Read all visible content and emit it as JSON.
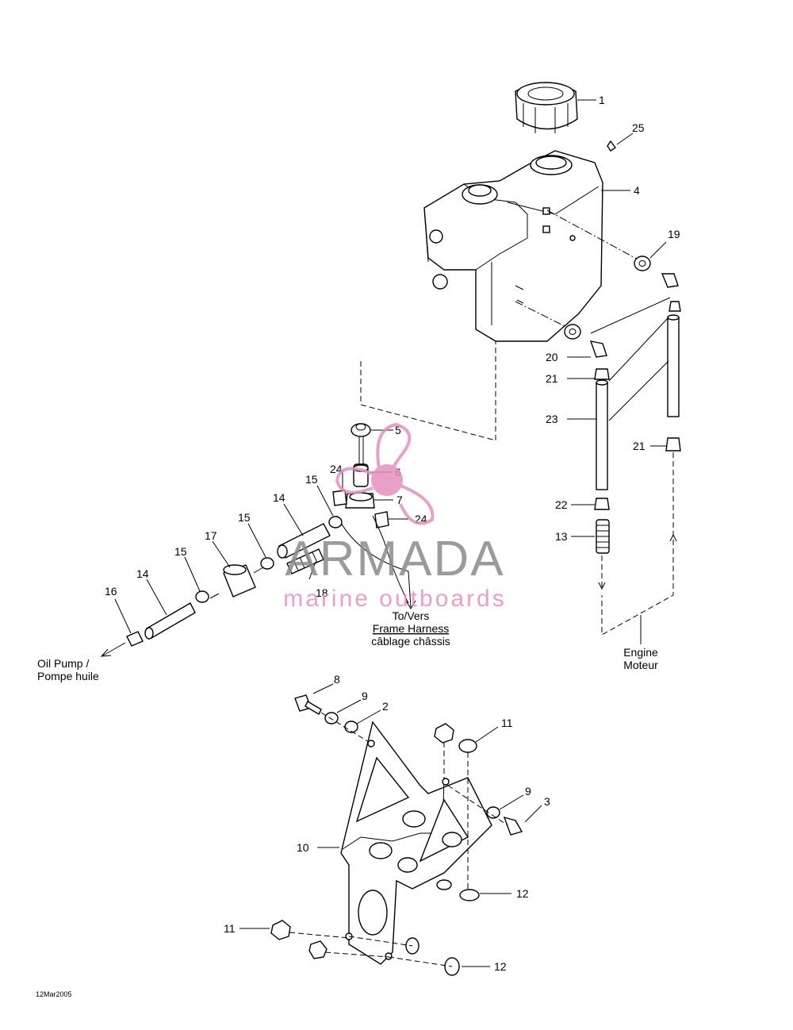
{
  "diagram": {
    "callouts": [
      "1",
      "25",
      "4",
      "19",
      "20",
      "21",
      "23",
      "21",
      "22",
      "13",
      "5",
      "6",
      "24",
      "7",
      "24",
      "15",
      "14",
      "15",
      "17",
      "15",
      "14",
      "16",
      "18",
      "8",
      "9",
      "2",
      "11",
      "9",
      "3",
      "10",
      "12",
      "11",
      "12"
    ],
    "notes": {
      "to_vers": "To/Vers",
      "frame_harness": "Frame Harness",
      "cablage_chassis": "câblage châssis",
      "oil_pump": "Oil Pump /",
      "pompe_huile": "Pompe huile",
      "engine": "Engine",
      "moteur": "Moteur"
    },
    "date_code": "12Mar2005"
  },
  "watermark": {
    "brand": "ARMADA",
    "tagline": "marine outboards",
    "brand_color": "#8a8a8a",
    "accent_color": "#e58fbf"
  }
}
